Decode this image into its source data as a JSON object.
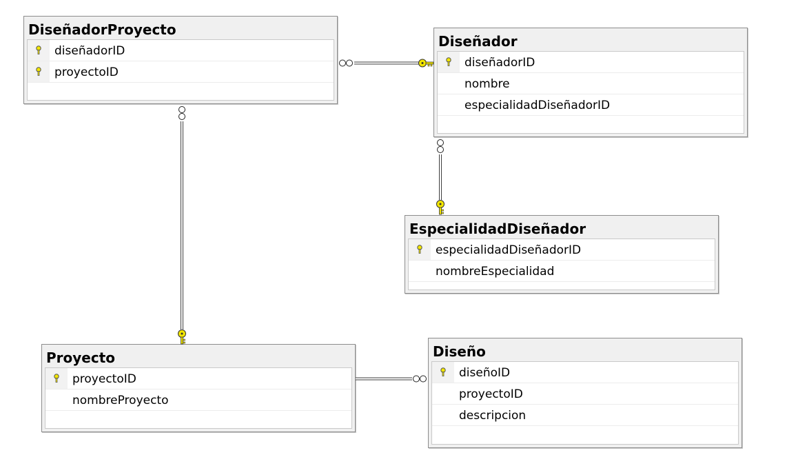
{
  "diagram": {
    "colors": {
      "table_bg": "#f0f0f0",
      "border": "#8c8c8c",
      "key": "#f2e600",
      "line": "#3c3c3c"
    },
    "tables": {
      "disenador_proyecto": {
        "title": "DiseñadorProyecto",
        "columns": [
          {
            "name": "diseñadorID",
            "pk": true
          },
          {
            "name": "proyectoID",
            "pk": true
          }
        ]
      },
      "disenador": {
        "title": "Diseñador",
        "columns": [
          {
            "name": "diseñadorID",
            "pk": true
          },
          {
            "name": "nombre",
            "pk": false
          },
          {
            "name": "especialidadDiseñadorID",
            "pk": false
          }
        ]
      },
      "especialidad_disenador": {
        "title": "EspecialidadDiseñador",
        "columns": [
          {
            "name": "especialidadDiseñadorID",
            "pk": true
          },
          {
            "name": "nombreEspecialidad",
            "pk": false
          }
        ]
      },
      "proyecto": {
        "title": "Proyecto",
        "columns": [
          {
            "name": "proyectoID",
            "pk": true
          },
          {
            "name": "nombreProyecto",
            "pk": false
          }
        ]
      },
      "diseno": {
        "title": "Diseño",
        "columns": [
          {
            "name": "diseñoID",
            "pk": true
          },
          {
            "name": "proyectoID",
            "pk": false
          },
          {
            "name": "descripcion",
            "pk": false
          }
        ]
      }
    },
    "relationships": [
      {
        "from": "DiseñadorProyecto",
        "to": "Diseñador",
        "many_end": "DiseñadorProyecto",
        "one_end": "Diseñador"
      },
      {
        "from": "DiseñadorProyecto",
        "to": "Proyecto",
        "many_end": "DiseñadorProyecto",
        "one_end": "Proyecto"
      },
      {
        "from": "Diseñador",
        "to": "EspecialidadDiseñador",
        "many_end": "Diseñador",
        "one_end": "EspecialidadDiseñador"
      },
      {
        "from": "Proyecto",
        "to": "Diseño",
        "many_end": "Diseño",
        "one_end": "Proyecto"
      }
    ]
  }
}
